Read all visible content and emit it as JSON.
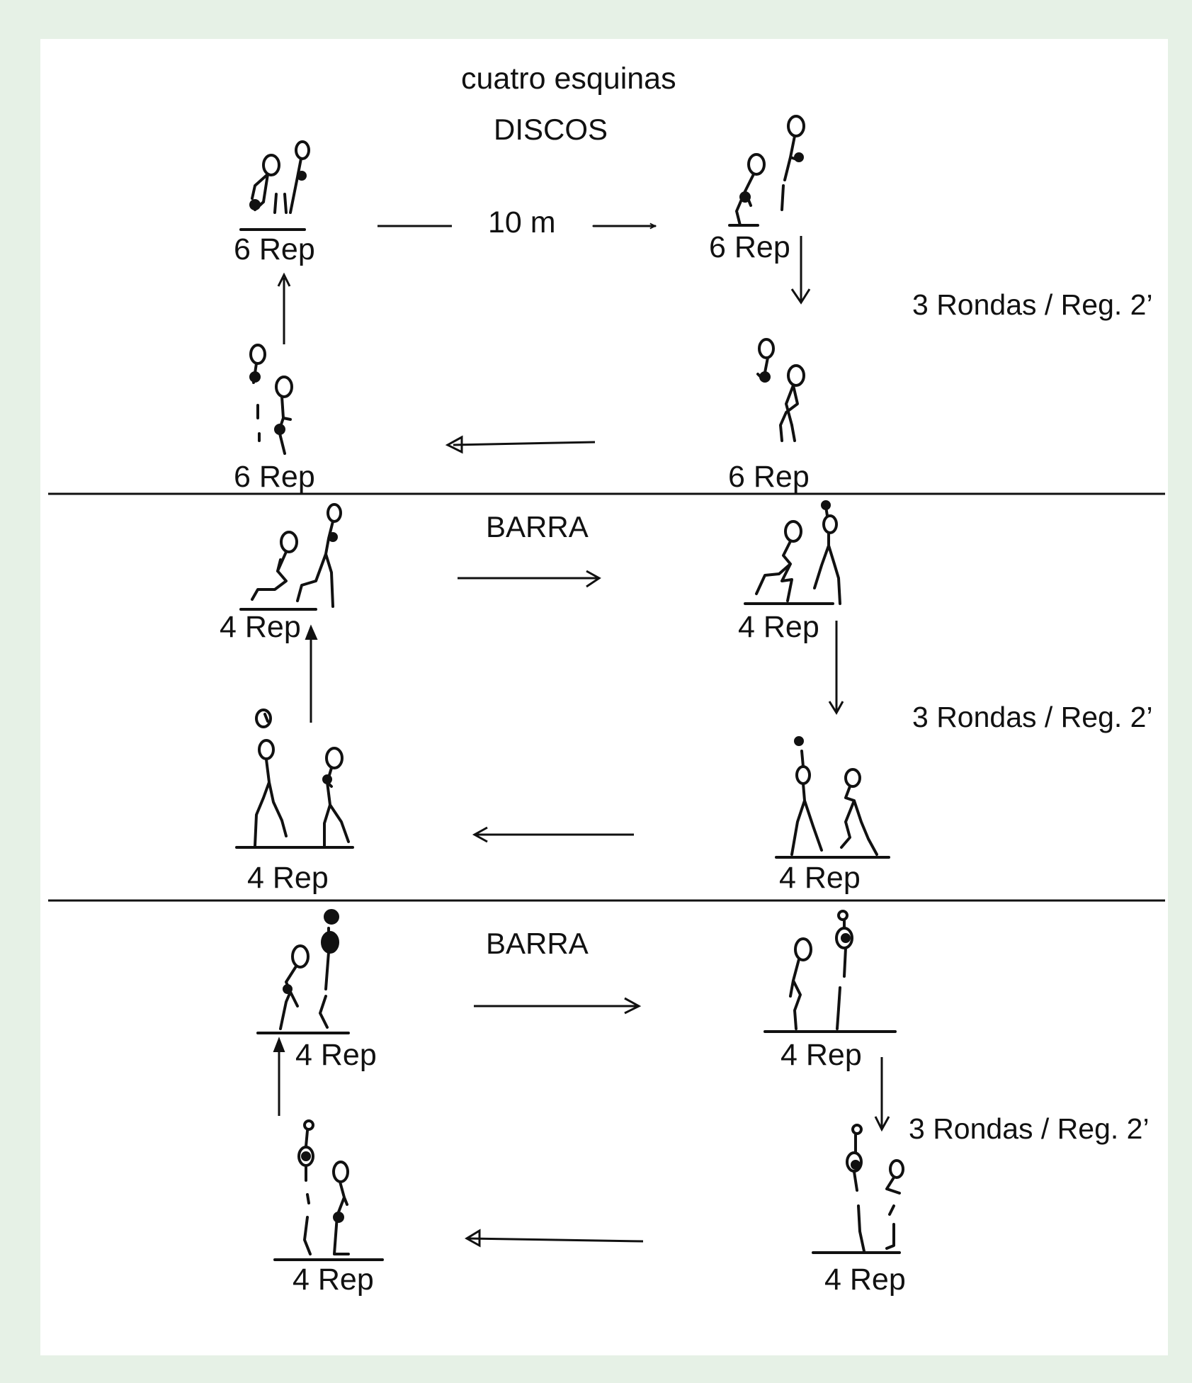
{
  "diagram": {
    "title": "cuatro esquinas",
    "colors": {
      "frame": "#e6f1e6",
      "sheet": "#ffffff",
      "ink": "#111111"
    },
    "sections": [
      {
        "heading": "DISCOS",
        "distance": "10 m",
        "note": "3 Rondas / Reg. 2’",
        "stations": {
          "top_left": "6 Rep",
          "top_right": "6 Rep",
          "bottom_left": "6 Rep",
          "bottom_right": "6 Rep"
        }
      },
      {
        "heading": "BARRA",
        "note": "3 Rondas / Reg. 2’",
        "stations": {
          "top_left": "4 Rep",
          "top_right": "4 Rep",
          "bottom_left": "4 Rep",
          "bottom_right": "4 Rep"
        }
      },
      {
        "heading": "BARRA",
        "note": "3 Rondas / Reg. 2’",
        "stations": {
          "top_left": "4 Rep",
          "top_right": "4 Rep",
          "bottom_left": "4 Rep",
          "bottom_right": "4 Rep"
        }
      }
    ]
  }
}
